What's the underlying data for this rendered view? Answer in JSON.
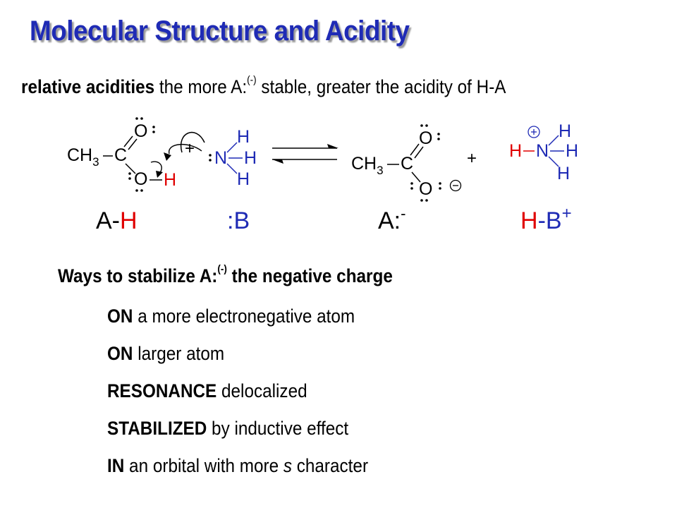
{
  "slide": {
    "title": "Molecular Structure and Acidity",
    "intro": {
      "bold": "relative acidities",
      "text_before": " the more A:",
      "superscript": "(-)",
      "text_after": " stable, greater the acidity of H-A"
    },
    "reaction": {
      "acid": {
        "ch3": "CH",
        "sub3": "3",
        "c": "C",
        "o_top": "O",
        "o_bottom": "O",
        "h": "H",
        "label_a": "A-",
        "label_h": "H"
      },
      "plus1": "+",
      "base": {
        "n": "N",
        "h1": "H",
        "h2": "H",
        "h3": "H",
        "label": ":B"
      },
      "conj_base": {
        "ch3": "CH",
        "sub3": "3",
        "c": "C",
        "o_top": "O",
        "o_bottom": "O",
        "charge": "−",
        "label": "A:",
        "label_charge": "-"
      },
      "plus2": "+",
      "conj_acid": {
        "n": "N",
        "h_red": "H",
        "h1": "H",
        "h2": "H",
        "h3": "H",
        "charge": "+",
        "label_h": "H",
        "label_b": "-B",
        "label_charge": "+"
      }
    },
    "ways": {
      "text_before": "Ways to stabilize A:",
      "superscript": "(-)",
      "text_after": "  the negative charge"
    },
    "items": [
      {
        "bold": "ON",
        "text": " a more electronegative atom",
        "italic": "",
        "text_after": ""
      },
      {
        "bold": "ON",
        "text": " larger atom",
        "italic": "",
        "text_after": ""
      },
      {
        "bold": "RESONANCE",
        "text": " delocalized",
        "italic": "",
        "text_after": ""
      },
      {
        "bold": "STABILIZED",
        "text": " by inductive effect",
        "italic": "",
        "text_after": ""
      },
      {
        "bold": "IN",
        "text": " an orbital with more ",
        "italic": "s",
        "text_after": " character"
      }
    ],
    "colors": {
      "title": "#1f2bb5",
      "hydrogen_red": "#e00000",
      "nitrogen_blue": "#1f2bb5",
      "black": "#000000"
    }
  }
}
